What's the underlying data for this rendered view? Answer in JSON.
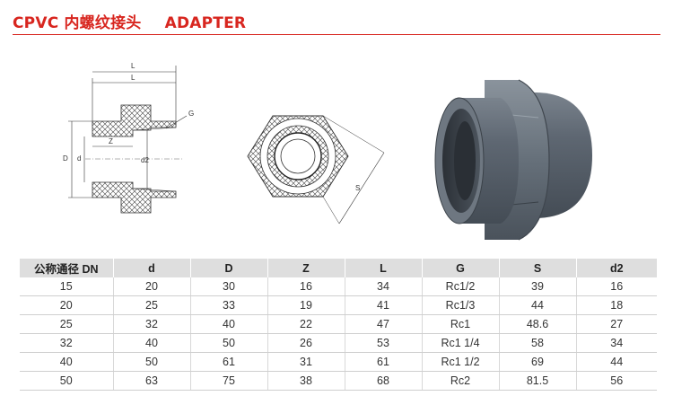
{
  "header": {
    "title_cn": "CPVC 内螺纹接头",
    "title_en": "ADAPTER"
  },
  "drawing": {
    "labels": {
      "L_outer": "L",
      "L_inner": "L",
      "G": "G",
      "D": "D",
      "d": "d",
      "Z": "Z",
      "d2": "d2",
      "S": "S"
    }
  },
  "colors": {
    "accent": "#d8261f",
    "header_bg": "#dedede",
    "pvc_grey": "#5c6570"
  },
  "table": {
    "columns": [
      "公称通径 DN",
      "d",
      "D",
      "Z",
      "L",
      "G",
      "S",
      "d2"
    ],
    "rows": [
      [
        "15",
        "20",
        "30",
        "16",
        "34",
        "Rc1/2",
        "39",
        "16"
      ],
      [
        "20",
        "25",
        "33",
        "19",
        "41",
        "Rc1/3",
        "44",
        "18"
      ],
      [
        "25",
        "32",
        "40",
        "22",
        "47",
        "Rc1",
        "48.6",
        "27"
      ],
      [
        "32",
        "40",
        "50",
        "26",
        "53",
        "Rc1 1/4",
        "58",
        "34"
      ],
      [
        "40",
        "50",
        "61",
        "31",
        "61",
        "Rc1 1/2",
        "69",
        "44"
      ],
      [
        "50",
        "63",
        "75",
        "38",
        "68",
        "Rc2",
        "81.5",
        "56"
      ]
    ]
  }
}
